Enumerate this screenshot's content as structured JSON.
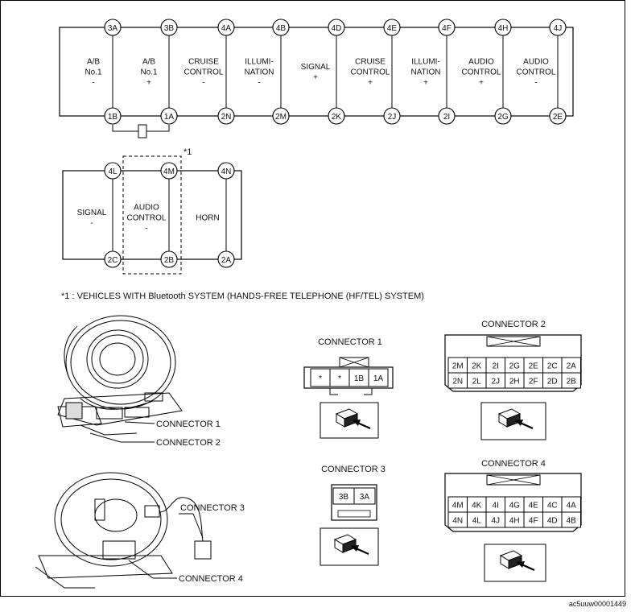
{
  "top_circuit": {
    "top_pins": [
      "3A",
      "3B",
      "4A",
      "4B",
      "4D",
      "4E",
      "4F",
      "4H",
      "4J"
    ],
    "bottom_pins": [
      "1B",
      "1A",
      "2N",
      "2M",
      "2K",
      "2J",
      "2I",
      "2G",
      "2E"
    ],
    "labels": [
      [
        "A/B",
        "No.1",
        "-"
      ],
      [
        "A/B",
        "No.1",
        "+"
      ],
      [
        "CRUISE",
        "CONTROL",
        "-"
      ],
      [
        "ILLUMI-",
        "NATION",
        "-"
      ],
      [
        "SIGNAL",
        "+"
      ],
      [
        "CRUISE",
        "CONTROL",
        "+"
      ],
      [
        "ILLUMI-",
        "NATION",
        "+"
      ],
      [
        "AUDIO",
        "CONTROL",
        "+"
      ],
      [
        "AUDIO",
        "CONTROL",
        "-"
      ]
    ]
  },
  "second_circuit": {
    "top_pins": [
      "4L",
      "4M",
      "4N"
    ],
    "bottom_pins": [
      "2C",
      "2B",
      "2A"
    ],
    "labels": [
      [
        "SIGNAL",
        "-"
      ],
      [
        "AUDIO",
        "CONTROL",
        "-"
      ],
      [
        "HORN"
      ]
    ],
    "note_marker": "*1"
  },
  "footnote": "*1 : VEHICLES WITH Bluetooth SYSTEM (HANDS-FREE TELEPHONE (HF/TEL) SYSTEM)",
  "callouts": {
    "connector1": "CONNECTOR 1",
    "connector2": "CONNECTOR 2",
    "connector3": "CONNECTOR 3",
    "connector4": "CONNECTOR 4"
  },
  "connector1": {
    "title": "CONNECTOR 1",
    "cells": [
      "*",
      "*",
      "1B",
      "1A"
    ]
  },
  "connector2": {
    "title": "CONNECTOR 2",
    "rows": [
      [
        "2M",
        "2K",
        "2I",
        "2G",
        "2E",
        "2C",
        "2A"
      ],
      [
        "2N",
        "2L",
        "2J",
        "2H",
        "2F",
        "2D",
        "2B"
      ]
    ]
  },
  "connector3": {
    "title": "CONNECTOR 3",
    "cells": [
      "3B",
      "3A"
    ]
  },
  "connector4": {
    "title": "CONNECTOR 4",
    "rows": [
      [
        "4M",
        "4K",
        "4I",
        "4G",
        "4E",
        "4C",
        "4A"
      ],
      [
        "4N",
        "4L",
        "4J",
        "4H",
        "4F",
        "4D",
        "4B"
      ]
    ]
  },
  "figure_id": "ac5uuw00001449"
}
